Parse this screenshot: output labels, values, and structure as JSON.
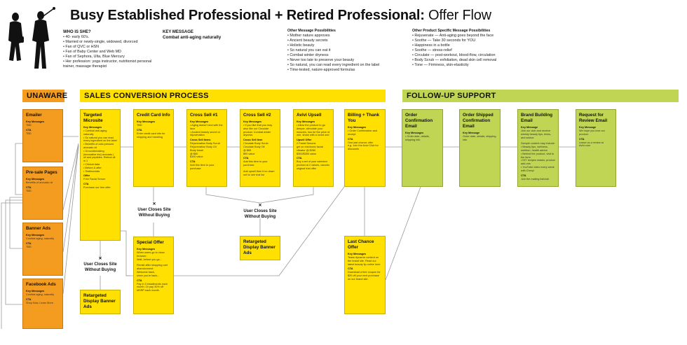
{
  "title": {
    "bold": "Busy Established Professional  + Retired Professional:",
    "light": " Offer Flow"
  },
  "who": {
    "heading": "WHO IS SHE?",
    "items": [
      "40- early 60's.",
      "Married or newly-single, widowed, divorced",
      "Fan of QVC or HSN",
      "Fan of Baby Center and Web MD",
      "Fan of Sephora, Ulta, Blue Mercury",
      "Her profession: yoga instructor, nutritionist personal trainer, massage therapist"
    ]
  },
  "key_message": {
    "heading": "KEY MESSAGE",
    "text": "Combat anti-aging naturally"
  },
  "other_messages": {
    "heading": "Other Message Possibilities",
    "items": [
      "Mother nature approves",
      "Ancient beauty secrets",
      "Holistic beauty",
      "So natural you can eat it",
      "Combat winter dryness",
      "Never too late to preserve your beauty",
      "So natural, you can read every ingredient on the label",
      "Time-tested, nature-approved formulas"
    ]
  },
  "product_messages": {
    "heading": "Other Product Specific Message Possibilities",
    "items": [
      "Rejuvenate — Anti-aging goes beyond the face",
      "Soothe — Take 30 seconds for YOU",
      "Happiness in a bottle",
      "Soothe — stress-relief",
      "Circulate — post-workout, blood-flow, circulation",
      "Body Scrub — exfoliation, dead skin cell removal",
      "Tone — Firmness, skin-elasticity"
    ]
  },
  "sections": {
    "unaware": "UNAWARE",
    "sales": "SALES CONVERSION PROCESS",
    "followup": "FOLLOW-UP SUPPORT"
  },
  "colors": {
    "orange": "#f39c1f",
    "yellow": "#ffe000",
    "green": "#c0d553"
  },
  "boxes": [
    {
      "id": "emailer",
      "color": "o",
      "title": "Emailer",
      "sections": [
        {
          "label": "Key Messages",
          "lines": [
            "TBD"
          ]
        },
        {
          "label": "CTA",
          "lines": [
            "TBD"
          ]
        }
      ]
    },
    {
      "id": "presale",
      "color": "o",
      "title": "Pre-sale Pages",
      "sections": [
        {
          "label": "Key Messages",
          "lines": [
            "Benefits of avocado oil"
          ]
        },
        {
          "label": "CTA",
          "lines": [
            "TBD"
          ]
        }
      ]
    },
    {
      "id": "banner",
      "color": "o",
      "title": "Banner Ads",
      "sections": [
        {
          "label": "Key Messages",
          "lines": [
            "Combat aging, naturally"
          ]
        },
        {
          "label": "CTA",
          "lines": [
            "TBD"
          ]
        }
      ]
    },
    {
      "id": "facebook",
      "color": "o",
      "title": "Facebook Ads",
      "sections": [
        {
          "label": "Key Messages",
          "lines": [
            "Combat aging, naturally"
          ]
        },
        {
          "label": "CTA",
          "lines": [
            "Shop Now, Learn More"
          ]
        }
      ]
    },
    {
      "id": "microsite",
      "color": "y",
      "title": "Targeted Microsite",
      "sections": [
        {
          "label": "Key Messages",
          "lines": [
            "• Combat anti-aging naturally",
            "• So natural you can read every ingredient on the label",
            "• Benefits of cold-pressed avocado oil",
            "• Groundbreaking (innovative etc) avocado ( oil and peptides. Retinol all in 1",
            "• Clinical data",
            "• Before & after",
            "• Testimonials"
          ]
        },
        {
          "label": "Offer",
          "lines": [
            "Free Facial Serum"
          ]
        },
        {
          "label": "CTA",
          "lines": [
            "Purchase our free offer"
          ]
        }
      ]
    },
    {
      "id": "creditcard",
      "color": "y",
      "title": "Credit Card Info",
      "sections": [
        {
          "label": "Key Messages",
          "lines": [
            "TBD"
          ]
        },
        {
          "label": "CTA",
          "lines": [
            "Enter credit card info for shipping and handling"
          ]
        }
      ]
    },
    {
      "id": "crosssell1",
      "color": "y",
      "title": "Cross Sell #1",
      "sections": [
        {
          "label": "Key Messages",
          "lines": [
            "• Aging doesn't end with the face",
            "• Ancient beauty secret or rejuvenation"
          ]
        },
        {
          "label": "Cross Sell Items",
          "lines": [
            "Rejuvenation Body Scrub",
            "Rejuvenation Body Oil",
            "Body brush",
            "@ $60",
            "$100 value"
          ]
        },
        {
          "label": "CTA",
          "lines": [
            "Add this item to your purchase"
          ]
        }
      ]
    },
    {
      "id": "crosssell2",
      "color": "y",
      "title": "Cross Sell #2",
      "sections": [
        {
          "label": "Key Messages",
          "lines": [
            "• If you like that you may also like our Circulate product. Combat winter dryness"
          ]
        },
        {
          "label": "Cross Sell Item",
          "lines": [
            "Circulate Body Scrub",
            "Circulate Body Oil",
            "@ $65",
            "$90 value"
          ]
        },
        {
          "label": "CTA",
          "lines": [
            "Add this item to your purchase",
            "",
            "Add upsell then it no down sell to see trial list"
          ]
        }
      ]
    },
    {
      "id": "upsell",
      "color": "y",
      "title": "Avivi Upsell",
      "sections": [
        {
          "label": "Key Messages",
          "lines": [
            "• Allow the product to go deeper, stimulate your muscles, two for the price of one, share with a loved one."
          ]
        },
        {
          "label": "Upsell Offer",
          "lines": [
            "2 Facial Serums",
            "get an electronic facial vibrator @ $280",
            "$300/$350 value"
          ]
        },
        {
          "label": "CTA",
          "lines": [
            "Buy a set of your selected product at 2 values, cancels original trial offer"
          ]
        }
      ]
    },
    {
      "id": "billing",
      "color": "y",
      "title": "Billing + Thank You",
      "sections": [
        {
          "label": "Key Messages",
          "lines": [
            "• Order Confirmation and receipt"
          ]
        },
        {
          "label": "CTA",
          "lines": [
            "One-last chance offer",
            "e.g. Join the Avivi Club for discounts"
          ]
        }
      ]
    },
    {
      "id": "orderconf",
      "color": "g",
      "title": "Order Confirmation Email",
      "sections": [
        {
          "label": "Key Messages",
          "lines": [
            "• Order date, details, shipping info"
          ]
        }
      ]
    },
    {
      "id": "ordership",
      "color": "g",
      "title": "Order Shipped Confirmation Email",
      "sections": [
        {
          "label": "Key Message",
          "lines": [
            "Order date, details, shipping info"
          ]
        }
      ]
    },
    {
      "id": "brand",
      "color": "g",
      "title": "Brand Building Email",
      "sections": [
        {
          "label": "Key Message",
          "lines": [
            "Join our club and receive weekly beauty tips, tricks, and advice.",
            "",
            "Sample content may include:",
            "• Beauty tips, wellness, nutrition, health advice",
            "• Behind the product, visit to the farm",
            "• DIY recipes masks, product add-ons",
            "• YouTube video every week with Cheryl"
          ]
        },
        {
          "label": "CTA",
          "lines": [
            "Join the mailing list/club"
          ]
        }
      ]
    },
    {
      "id": "review",
      "color": "g",
      "title": "Request for Review Email",
      "sections": [
        {
          "label": "Key Message",
          "lines": [
            "We hope you love our product."
          ]
        },
        {
          "label": "CTA",
          "lines": [
            "Leave us a review at Avivi.com"
          ]
        }
      ]
    },
    {
      "id": "special",
      "color": "y",
      "title": "Special Offer",
      "sections": [
        {
          "label": "Key Messages",
          "lines": [
            "When users go to close browser:",
            "   Wait, before you go...",
            "",
            "Revisit after shopping cart abandonment:",
            "   Welcome back,",
            "   since you're back..."
          ]
        },
        {
          "label": "CTA",
          "lines": [
            "Pay in 3 installments each month. Or pay 30% off MSRP each month."
          ]
        }
      ]
    },
    {
      "id": "retarget1",
      "color": "y",
      "title": "Retargeted Display Banner Ads",
      "sections": []
    },
    {
      "id": "retarget2",
      "color": "y",
      "title": "Retargeted Display Banner Ads",
      "sections": []
    },
    {
      "id": "lastchance",
      "color": "y",
      "title": "Last Chance Offer",
      "sections": [
        {
          "label": "Key Messages",
          "lines": [
            "Tease dynamic content on the brand site. Read our latest beauty tip online here"
          ]
        },
        {
          "label": "CTA",
          "lines": [
            "Download a free coupon for $20 off your next purchase on our brand site."
          ]
        }
      ]
    }
  ],
  "exit_labels": {
    "closes1": "User Closes Site Without Buying",
    "closes2": "User Closes Site Without Buying",
    "closes3": "User Closes Site Without Buying",
    "x_mark": "✕"
  }
}
